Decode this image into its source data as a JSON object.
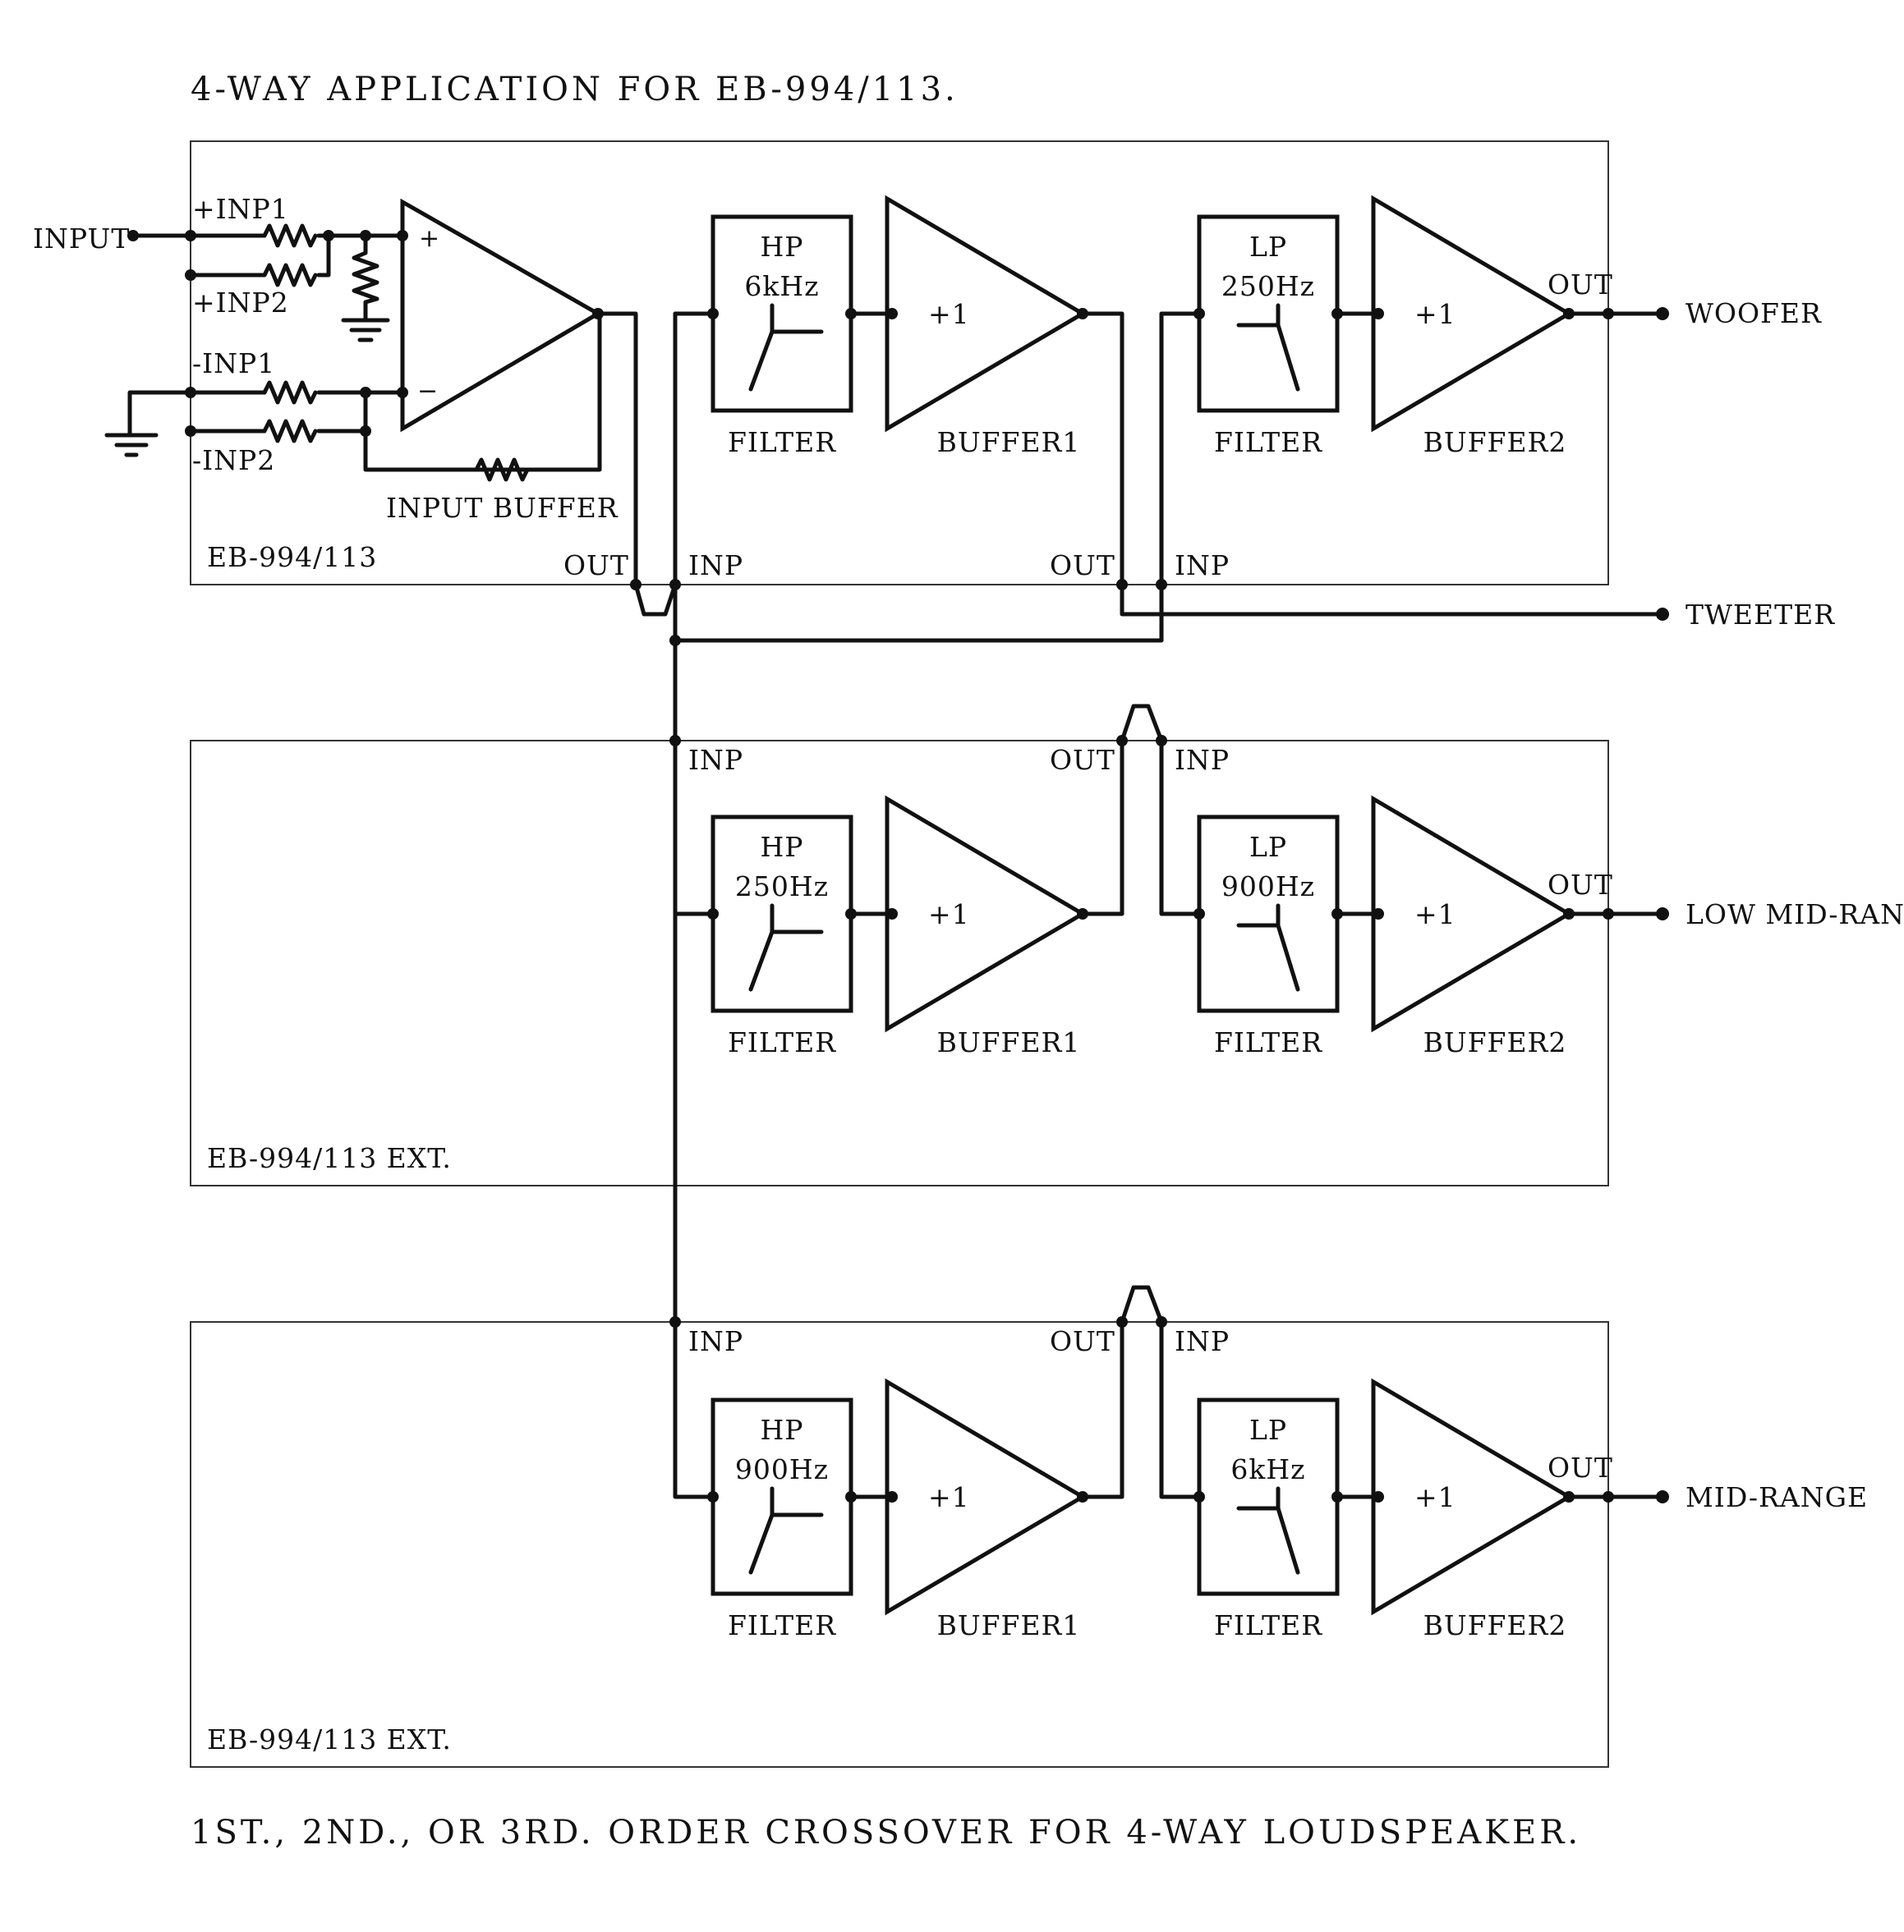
{
  "title": "4-WAY APPLICATION FOR EB-994/113.",
  "caption": "1ST., 2ND., OR 3RD. ORDER CROSSOVER FOR 4-WAY LOUDSPEAKER.",
  "input_label": "INPUT",
  "input_section": {
    "pins": {
      "pos1": "+INP1",
      "pos2": "+INP2",
      "neg1": "-INP1",
      "neg2": "-INP2"
    },
    "plus_sign": "+",
    "minus_sign": "−",
    "buffer_label": "INPUT  BUFFER"
  },
  "port_labels": {
    "out": "OUT",
    "inp": "INP"
  },
  "boards": [
    {
      "name": "EB-994/113",
      "filter1": {
        "type": "HP",
        "freq": "6kHz",
        "label": "FILTER"
      },
      "buffer1": {
        "gain": "+1",
        "label": "BUFFER1"
      },
      "filter2": {
        "type": "LP",
        "freq": "250Hz",
        "label": "FILTER"
      },
      "buffer2": {
        "gain": "+1",
        "label": "BUFFER2"
      },
      "output": "WOOFER"
    },
    {
      "name": "EB-994/113  EXT.",
      "filter1": {
        "type": "HP",
        "freq": "250Hz",
        "label": "FILTER"
      },
      "buffer1": {
        "gain": "+1",
        "label": "BUFFER1"
      },
      "filter2": {
        "type": "LP",
        "freq": "900Hz",
        "label": "FILTER"
      },
      "buffer2": {
        "gain": "+1",
        "label": "BUFFER2"
      },
      "output": "LOW  MID-RANGE"
    },
    {
      "name": "EB-994/113  EXT.",
      "filter1": {
        "type": "HP",
        "freq": "900Hz",
        "label": "FILTER"
      },
      "buffer1": {
        "gain": "+1",
        "label": "BUFFER1"
      },
      "filter2": {
        "type": "LP",
        "freq": "6kHz",
        "label": "FILTER"
      },
      "buffer2": {
        "gain": "+1",
        "label": "BUFFER2"
      },
      "output": "MID-RANGE"
    }
  ],
  "tweeter_output": "TWEETER"
}
